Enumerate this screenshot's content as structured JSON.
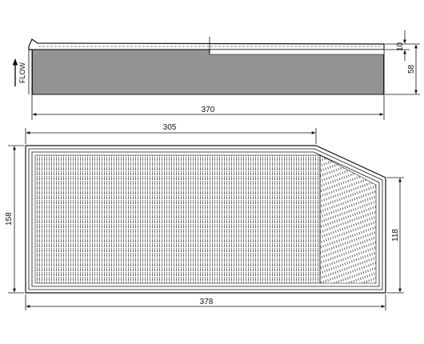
{
  "drawing": {
    "flow_label": "FLOW",
    "side_view": {
      "length_label": "370",
      "height_label": "58",
      "rim_label": "10"
    },
    "top_view": {
      "width_label": "305",
      "total_width_label": "378",
      "height_label": "158",
      "right_height_label": "118"
    }
  },
  "colors": {
    "ink": "#111111",
    "background": "#ffffff"
  }
}
